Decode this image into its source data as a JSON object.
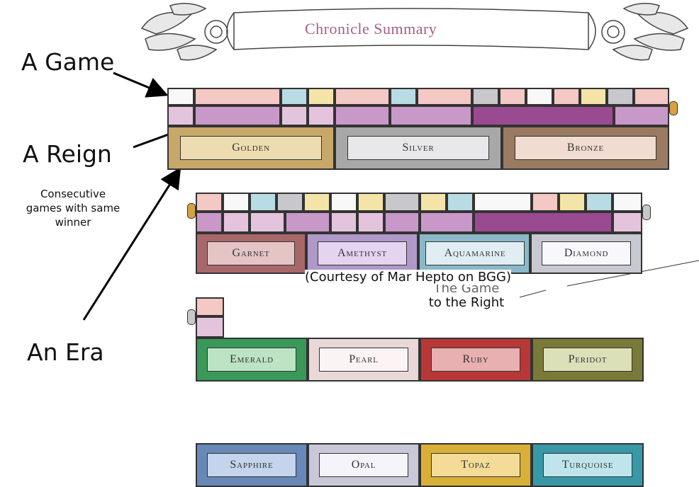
{
  "banner": {
    "title": "Chronicle Summary"
  },
  "annotations": {
    "game": "A Game",
    "reign": "A Reign",
    "reign_note": [
      "Consecutive",
      "games with same",
      "winner"
    ],
    "era": "An Era",
    "courtesy": "(Courtesy of Mar Hepto on BGG)",
    "obscured_note": [
      "The Game",
      "to the Right"
    ]
  },
  "colors": {
    "golden": "#c8a868",
    "silver": "#a8a8a8",
    "bronze": "#9a7a60",
    "garnet": "#a8686a",
    "amethyst": "#b098c8",
    "aquamarine": "#8ab8c8",
    "diamond": "#c8c8d0",
    "emerald": "#3a9858",
    "pearl": "#e8d8d8",
    "ruby": "#b83838",
    "peridot": "#7a7a38",
    "sapphire": "#6888b8",
    "opal": "#c8c8d8",
    "topaz": "#d8b038",
    "turquoise": "#3898a8",
    "game_pink": "#f4c8c4",
    "game_blue": "#b8dce4",
    "game_yellow": "#f4e4a8",
    "game_grey": "#c8c8cc",
    "game_white": "#f8f8f8",
    "reign_light": "#e4c4dc",
    "reign_mid": "#c898c8",
    "reign_dark": "#9a4a90",
    "nub_gold": "#d8a040",
    "nub_grey": "#c8c8c8"
  },
  "rows": [
    {
      "eras": [
        "Golden",
        "Silver",
        "Bronze"
      ]
    },
    {
      "eras": [
        "Garnet",
        "Amethyst",
        "Aquamarine",
        "Diamond"
      ]
    },
    {
      "eras": [
        "Emerald",
        "Pearl",
        "Ruby",
        "Peridot"
      ]
    },
    {
      "eras": [
        "Sapphire",
        "Opal",
        "Topaz",
        "Turquoise"
      ]
    }
  ]
}
